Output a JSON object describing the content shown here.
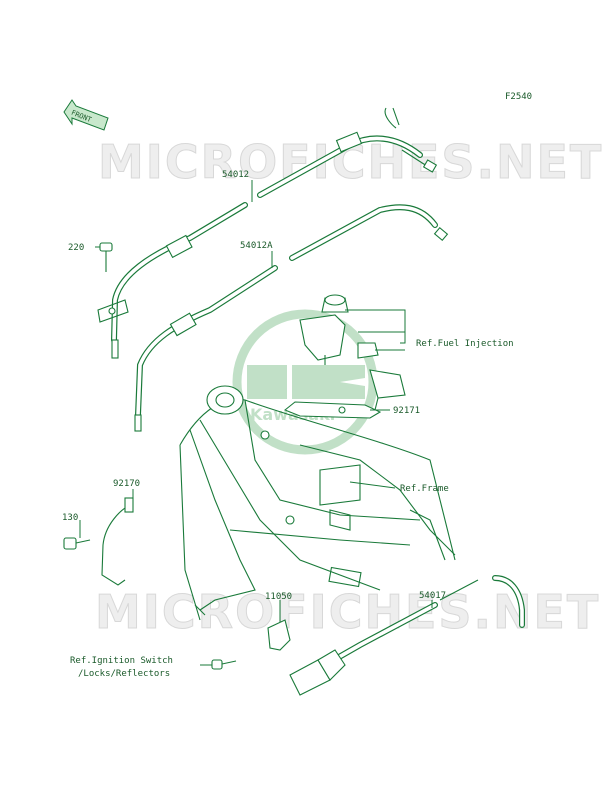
{
  "figure_code": "F2540",
  "front_label": "FRONT",
  "watermark_text": "MICROFICHES.NET",
  "logo_text": "Kawasaki",
  "colors": {
    "line": "#1a7a3a",
    "label": "#1a5a2a",
    "watermark": "#d8d8d8",
    "logo": "#8fc89a"
  },
  "callouts": {
    "c54012": "54012",
    "c54012a": "54012A",
    "c220": "220",
    "ref_fuel": "Ref.Fuel Injection",
    "c92171": "92171",
    "ref_frame": "Ref.Frame",
    "c92170": "92170",
    "c130": "130",
    "c11050": "11050",
    "c54017": "54017",
    "ref_ign_1": "Ref.Ignition Switch",
    "ref_ign_2": "/Locks/Reflectors"
  }
}
